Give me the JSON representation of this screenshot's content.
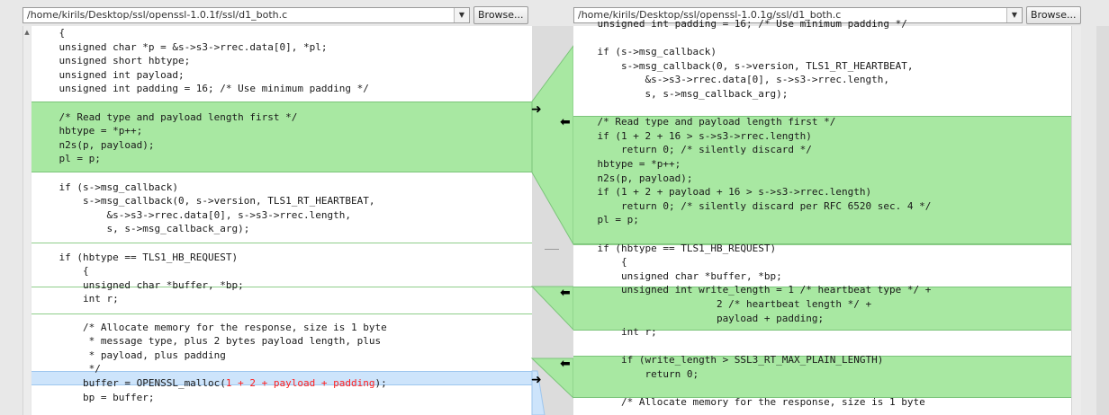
{
  "left_path": "/home/kirils/Desktop/ssl/openssl-1.0.1f/ssl/d1_both.c",
  "right_path": "/home/kirils/Desktop/ssl/openssl-1.0.1g/ssl/d1_both.c",
  "browse_label": "Browse...",
  "dropdown_glyph": "▼",
  "left_lines": [
    "\t{",
    "\tunsigned char *p = &s->s3->rrec.data[0], *pl;",
    "\tunsigned short hbtype;",
    "\tunsigned int payload;",
    "\tunsigned int padding = 16; /* Use minimum padding */",
    "",
    "\t/* Read type and payload length first */",
    "\thbtype = *p++;",
    "\tn2s(p, payload);",
    "\tpl = p;",
    "",
    "\tif (s->msg_callback)",
    "\t\ts->msg_callback(0, s->version, TLS1_RT_HEARTBEAT,",
    "\t\t\t&s->s3->rrec.data[0], s->s3->rrec.length,",
    "\t\t\ts, s->msg_callback_arg);",
    "",
    "\tif (hbtype == TLS1_HB_REQUEST)",
    "\t\t{",
    "\t\tunsigned char *buffer, *bp;",
    "\t\tint r;",
    "",
    "\t\t/* Allocate memory for the response, size is 1 byte",
    "\t\t * message type, plus 2 bytes payload length, plus",
    "\t\t * payload, plus padding",
    "\t\t */",
    "\t\tbuffer = OPENSSL_malloc(",
    "\t\tbp = buffer;"
  ],
  "left_highlight": "1 + 2 + payload + padding",
  "left_tail": ");",
  "right_lines": [
    "\tunsigned int padding = 16; /* Use minimum padding */",
    "",
    "\tif (s->msg_callback)",
    "\t\ts->msg_callback(0, s->version, TLS1_RT_HEARTBEAT,",
    "\t\t\t&s->s3->rrec.data[0], s->s3->rrec.length,",
    "\t\t\ts, s->msg_callback_arg);",
    "",
    "\t/* Read type and payload length first */",
    "\tif (1 + 2 + 16 > s->s3->rrec.length)",
    "\t\treturn 0; /* silently discard */",
    "\thbtype = *p++;",
    "\tn2s(p, payload);",
    "\tif (1 + 2 + payload + 16 > s->s3->rrec.length)",
    "\t\treturn 0; /* silently discard per RFC 6520 sec. 4 */",
    "\tpl = p;",
    "",
    "\tif (hbtype == TLS1_HB_REQUEST)",
    "\t\t{",
    "\t\tunsigned char *buffer, *bp;",
    "\t\tunsigned int write_length = 1 /* heartbeat type */ +",
    "\t\t\t\t\t    2 /* heartbeat length */ +",
    "\t\t\t\t\t    payload + padding;",
    "\t\tint r;",
    "",
    "\t\tif (write_length > SSL3_RT_MAX_PLAIN_LENGTH)",
    "\t\t\treturn 0;",
    "",
    "\t\t/* Allocate memory for the response, size is 1 byte"
  ],
  "arrow_right": "➜",
  "arrow_left": "⬅",
  "scroll_glyph": "▲"
}
